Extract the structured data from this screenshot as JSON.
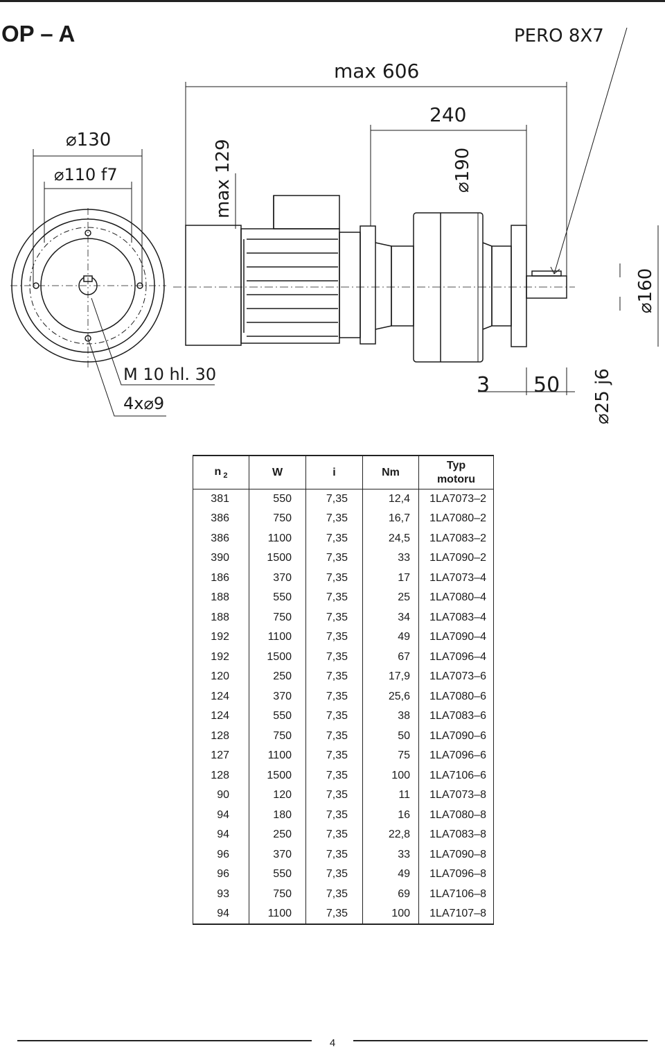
{
  "title": "OP – A",
  "drawing": {
    "labels": {
      "pero": "PERO 8X7",
      "max606": "max 606",
      "d240": "240",
      "d130": "⌀130",
      "d110": "⌀110 f7",
      "max129": "max 129",
      "d190": "⌀190",
      "d160": "⌀160",
      "m10": "M 10 hl. 30",
      "holes": "4x⌀9",
      "d3": "3",
      "d50": "50",
      "d25": "⌀25 j6"
    }
  },
  "table": {
    "headers": {
      "n2_main": "n",
      "n2_sub": "2",
      "w": "W",
      "i": "i",
      "nm": "Nm",
      "typ_line1": "Typ",
      "typ_line2": "motoru"
    },
    "rows": [
      [
        "381",
        "550",
        "7,35",
        "12,4",
        "1LA7073–2"
      ],
      [
        "386",
        "750",
        "7,35",
        "16,7",
        "1LA7080–2"
      ],
      [
        "386",
        "1100",
        "7,35",
        "24,5",
        "1LA7083–2"
      ],
      [
        "390",
        "1500",
        "7,35",
        "33",
        "1LA7090–2"
      ],
      [
        "186",
        "370",
        "7,35",
        "17",
        "1LA7073–4"
      ],
      [
        "188",
        "550",
        "7,35",
        "25",
        "1LA7080–4"
      ],
      [
        "188",
        "750",
        "7,35",
        "34",
        "1LA7083–4"
      ],
      [
        "192",
        "1100",
        "7,35",
        "49",
        "1LA7090–4"
      ],
      [
        "192",
        "1500",
        "7,35",
        "67",
        "1LA7096–4"
      ],
      [
        "120",
        "250",
        "7,35",
        "17,9",
        "1LA7073–6"
      ],
      [
        "124",
        "370",
        "7,35",
        "25,6",
        "1LA7080–6"
      ],
      [
        "124",
        "550",
        "7,35",
        "38",
        "1LA7083–6"
      ],
      [
        "128",
        "750",
        "7,35",
        "50",
        "1LA7090–6"
      ],
      [
        "127",
        "1100",
        "7,35",
        "75",
        "1LA7096–6"
      ],
      [
        "128",
        "1500",
        "7,35",
        "100",
        "1LA7106–6"
      ],
      [
        "90",
        "120",
        "7,35",
        "11",
        "1LA7073–8"
      ],
      [
        "94",
        "180",
        "7,35",
        "16",
        "1LA7080–8"
      ],
      [
        "94",
        "250",
        "7,35",
        "22,8",
        "1LA7083–8"
      ],
      [
        "96",
        "370",
        "7,35",
        "33",
        "1LA7090–8"
      ],
      [
        "96",
        "550",
        "7,35",
        "49",
        "1LA7096–8"
      ],
      [
        "93",
        "750",
        "7,35",
        "69",
        "1LA7106–8"
      ],
      [
        "94",
        "1100",
        "7,35",
        "100",
        "1LA7107–8"
      ]
    ]
  },
  "footer": {
    "page_number": "4"
  }
}
